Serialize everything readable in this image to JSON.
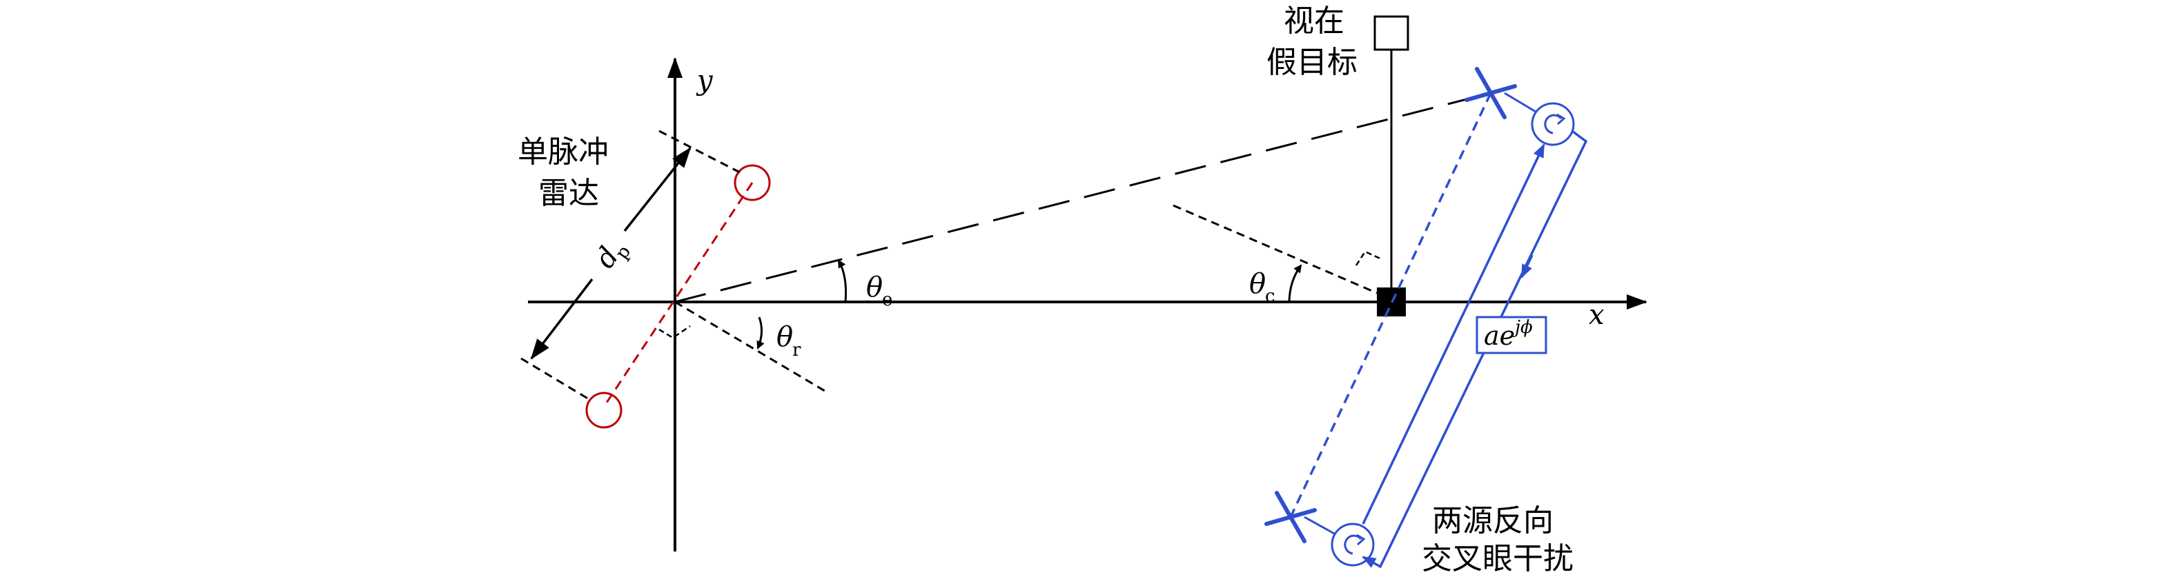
{
  "labels": {
    "y_axis": "y",
    "x_axis": "x",
    "radar_line1": "单脉冲",
    "radar_line2": "雷达",
    "dp_main": "d",
    "dp_sub": "p",
    "theta_e_main": "θ",
    "theta_e_sub": "e",
    "theta_r_main": "θ",
    "theta_r_sub": "r",
    "theta_c_main": "θ",
    "theta_c_sub": "c",
    "apparent_line1": "视在",
    "apparent_line2": "假目标",
    "ae_main": "ae",
    "ae_sup": "jϕ",
    "jam_line1": "两源反向",
    "jam_line2": "交叉眼干扰"
  },
  "colors": {
    "axes": "#000000",
    "radar": "#c00000",
    "jammer": "#2f4fcf"
  }
}
